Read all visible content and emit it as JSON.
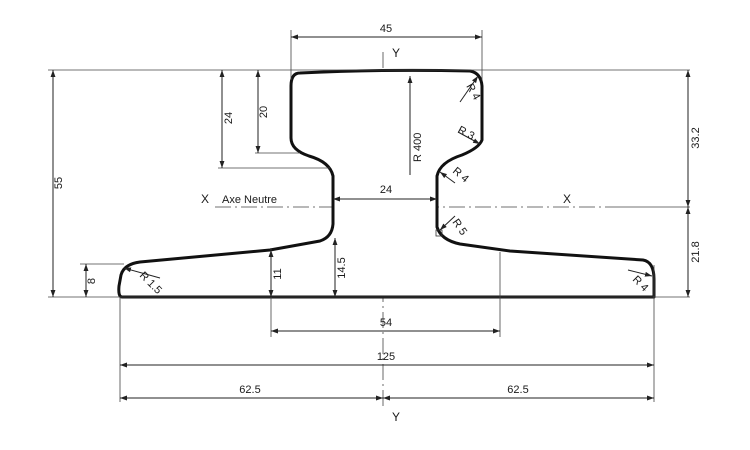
{
  "drawing": {
    "axes": {
      "y_top": "Y",
      "y_bottom": "Y",
      "x_left": "X",
      "x_right": "X",
      "neutral_axis": "Axe Neutre"
    },
    "dimensions": {
      "head_width": "45",
      "overall_height": "55",
      "head_depth_24": "24",
      "head_depth_20": "20",
      "web_width": "24",
      "upper_height": "33.2",
      "lower_height": "21.8",
      "foot_edge": "8",
      "foot_rise_11": "11",
      "web_base_14_5": "14.5",
      "base_inner": "54",
      "base_width": "125",
      "half_left": "62.5",
      "half_right": "62.5"
    },
    "radii": {
      "head_top": "R 4",
      "head_side": "R 3",
      "head_under": "R 4",
      "web_fillet": "R 5",
      "foot_tip_left": "R 1.5",
      "foot_tip_right": "R 4",
      "crown": "R 400"
    }
  }
}
